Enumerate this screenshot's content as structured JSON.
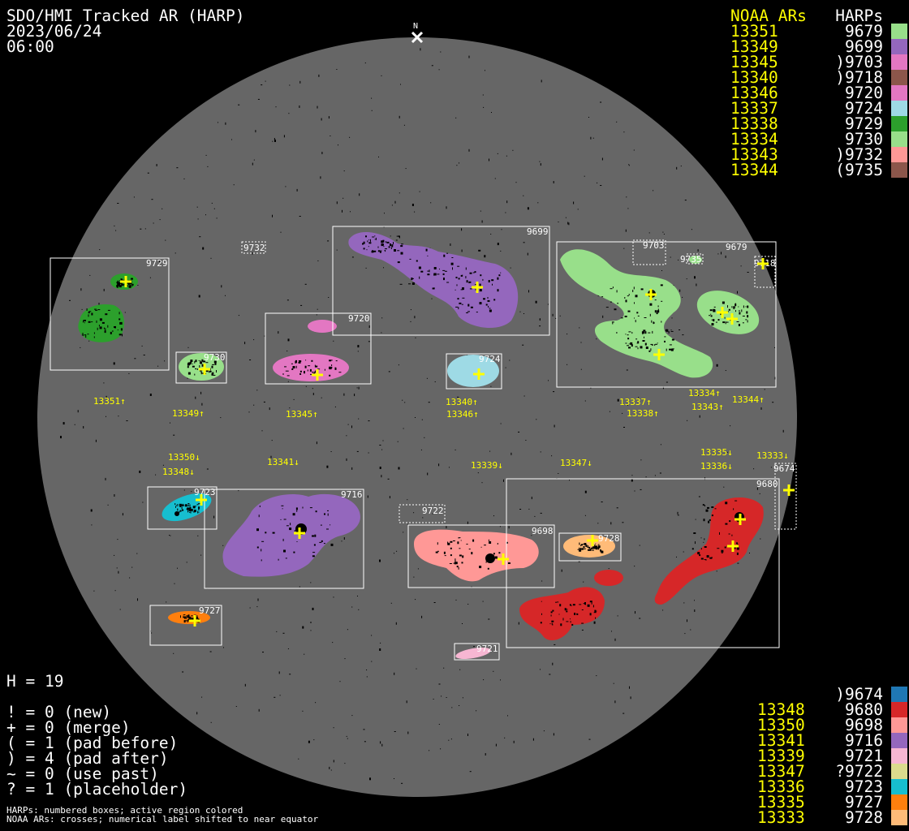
{
  "header": {
    "line1": "SDO/HMI Tracked AR (HARP)",
    "line2": "2023/06/24",
    "line3": "06:00"
  },
  "north_label": "N",
  "legend_top": {
    "noaa_header": "NOAA ARs",
    "harp_header": "HARPs",
    "rows": [
      {
        "noaa": "13351",
        "harp": "9679",
        "color": "#98df8a"
      },
      {
        "noaa": "13349",
        "harp": "9699",
        "color": "#9467bd"
      },
      {
        "noaa": "13345",
        "harp": ")9703",
        "color": "#e377c2"
      },
      {
        "noaa": "13340",
        "harp": ")9718",
        "color": "#8c564b"
      },
      {
        "noaa": "13346",
        "harp": "9720",
        "color": "#e377c2"
      },
      {
        "noaa": "13337",
        "harp": "9724",
        "color": "#9edae5"
      },
      {
        "noaa": "13338",
        "harp": "9729",
        "color": "#2ca02c"
      },
      {
        "noaa": "13334",
        "harp": "9730",
        "color": "#98df8a"
      },
      {
        "noaa": "13343",
        "harp": ")9732",
        "color": "#ff9896"
      },
      {
        "noaa": "13344",
        "harp": "(9735",
        "color": "#8c564b"
      }
    ]
  },
  "legend_bottom": {
    "rows": [
      {
        "noaa": "",
        "harp": ")9674",
        "color": "#1f77b4"
      },
      {
        "noaa": "13348",
        "harp": "9680",
        "color": "#d62728"
      },
      {
        "noaa": "13350",
        "harp": "9698",
        "color": "#ff9896"
      },
      {
        "noaa": "13341",
        "harp": "9716",
        "color": "#9467bd"
      },
      {
        "noaa": "13339",
        "harp": "9721",
        "color": "#f7b6d2"
      },
      {
        "noaa": "13347",
        "harp": "?9722",
        "color": "#dbdb8d"
      },
      {
        "noaa": "13336",
        "harp": "9723",
        "color": "#17becf"
      },
      {
        "noaa": "13335",
        "harp": "9727",
        "color": "#ff7f0e"
      },
      {
        "noaa": "13333",
        "harp": "9728",
        "color": "#ffbb78"
      }
    ]
  },
  "stats": {
    "h": "H = 19",
    "lines": [
      "! = 0 (new)",
      "+ = 0 (merge)",
      "( = 1 (pad before)",
      ") = 4 (pad after)",
      "~ = 0 (use past)",
      "? = 1 (placeholder)"
    ]
  },
  "notes": [
    "HARPs: numbered boxes; active region colored",
    "NOAA ARs: crosses; numerical label shifted to near equator"
  ],
  "harp_boxes": {
    "b9729": "9729",
    "b9730": "9730",
    "b9720": "9720",
    "b9699": "9699",
    "b9724": "9724",
    "b9679": "9679",
    "b9703": "9703",
    "b9735": "9735",
    "b9718": "9718",
    "b9732": "9732",
    "b9723": "9723",
    "b9716": "9716",
    "b9722": "9722",
    "b9698": "9698",
    "b9728": "9728",
    "b9680": "9680",
    "b9674": "9674",
    "b9727": "9727",
    "b9721": "9721"
  },
  "noaa_labels": {
    "n13351": "13351↑",
    "n13349": "13349↑",
    "n13345": "13345↑",
    "n13340": "13340↑",
    "n13346": "13346↑",
    "n13337": "13337↑",
    "n13338": "13338↑",
    "n13334": "13334↑",
    "n13343": "13343↑",
    "n13344": "13344↑",
    "n13350": "13350↓",
    "n13348": "13348↓",
    "n13341": "13341↓",
    "n13339": "13339↓",
    "n13347": "13347↓",
    "n13335": "13335↓",
    "n13336": "13336↓",
    "n13333": "13333↓"
  },
  "colors": {
    "disk": "#666666",
    "cross": "#ffff00",
    "box": "#ffffff"
  }
}
